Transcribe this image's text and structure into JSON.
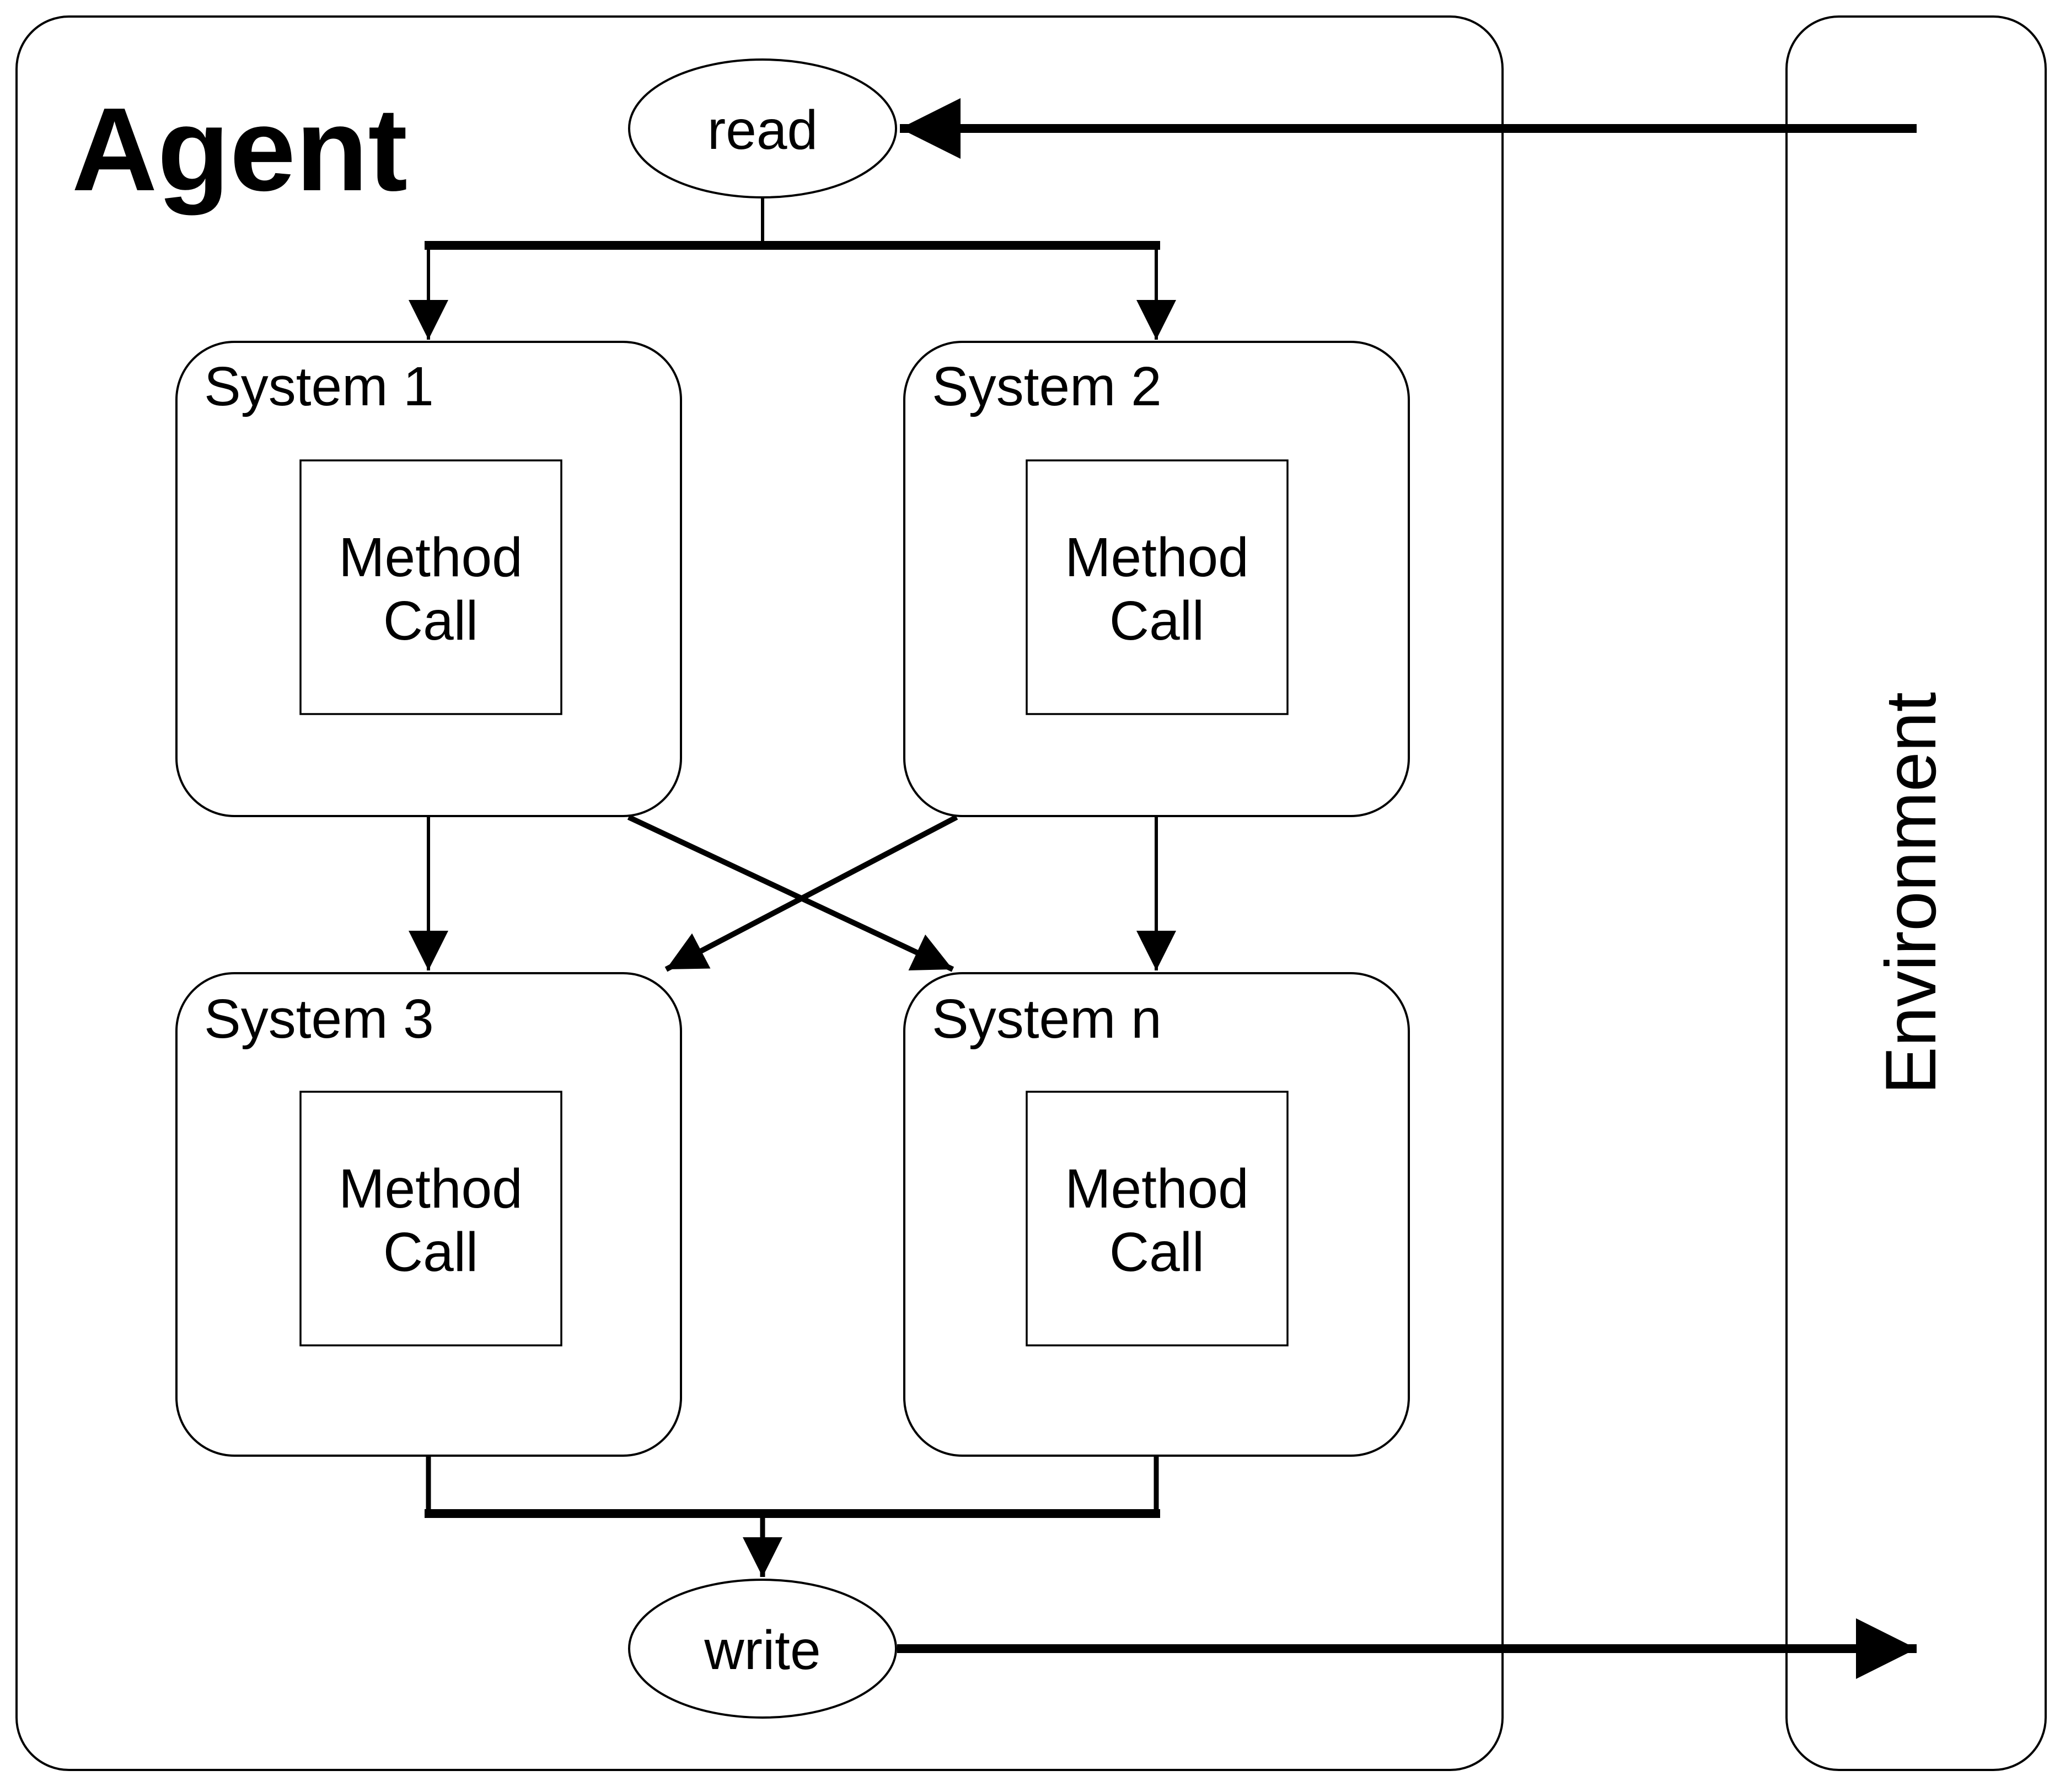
{
  "colors": {
    "line": "#000000",
    "background": "#ffffff"
  },
  "agent": {
    "label": "Agent"
  },
  "environment": {
    "label": "Environment"
  },
  "io": {
    "read_label": "read",
    "write_label": "write"
  },
  "systems": [
    {
      "title": "System 1",
      "method_line1": "Method",
      "method_line2": "Call"
    },
    {
      "title": "System 2",
      "method_line1": "Method",
      "method_line2": "Call"
    },
    {
      "title": "System 3",
      "method_line1": "Method",
      "method_line2": "Call"
    },
    {
      "title": "System n",
      "method_line1": "Method",
      "method_line2": "Call"
    }
  ]
}
